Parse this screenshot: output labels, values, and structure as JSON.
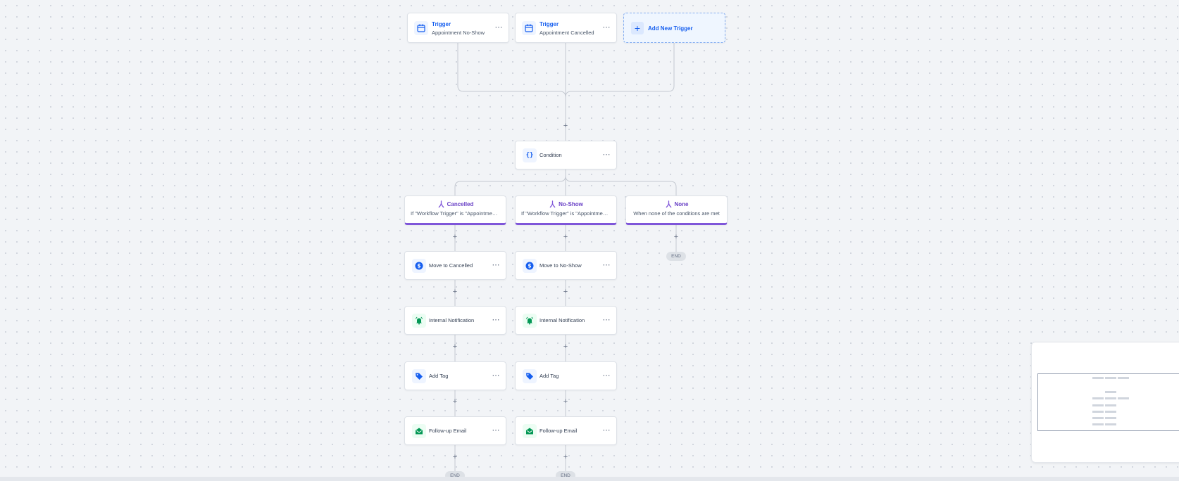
{
  "triggers": [
    {
      "title": "Trigger",
      "subtitle": "Appointment No-Show",
      "icon": "calendar-icon"
    },
    {
      "title": "Trigger",
      "subtitle": "Appointment Cancelled",
      "icon": "calendar-icon"
    }
  ],
  "add_trigger": {
    "label": "Add New Trigger"
  },
  "condition": {
    "label": "Condition",
    "icon": "braces-icon"
  },
  "branches": [
    {
      "title": "Cancelled",
      "subtitle": "If \"Workflow Trigger\" is \"Appointment..."
    },
    {
      "title": "No-Show",
      "subtitle": "If \"Workflow Trigger\" is \"Appointment..."
    },
    {
      "title": "None",
      "subtitle": "When none of the conditions are met"
    }
  ],
  "actions_left": [
    {
      "label": "Move to Cancelled",
      "icon": "dollar-icon"
    },
    {
      "label": "Internal Notification",
      "icon": "bell-icon"
    },
    {
      "label": "Add Tag",
      "icon": "tag-icon"
    },
    {
      "label": "Follow-up Email",
      "icon": "mail-icon"
    }
  ],
  "actions_right": [
    {
      "label": "Move to No-Show",
      "icon": "dollar-icon"
    },
    {
      "label": "Internal Notification",
      "icon": "bell-icon"
    },
    {
      "label": "Add Tag",
      "icon": "tag-icon"
    },
    {
      "label": "Follow-up Email",
      "icon": "mail-icon"
    }
  ],
  "end_label": "END",
  "menu_glyph": "⋯",
  "add_glyph": "+",
  "colors": {
    "accent": "#155eef",
    "branch": "#7f56d9",
    "success": "#039855"
  }
}
